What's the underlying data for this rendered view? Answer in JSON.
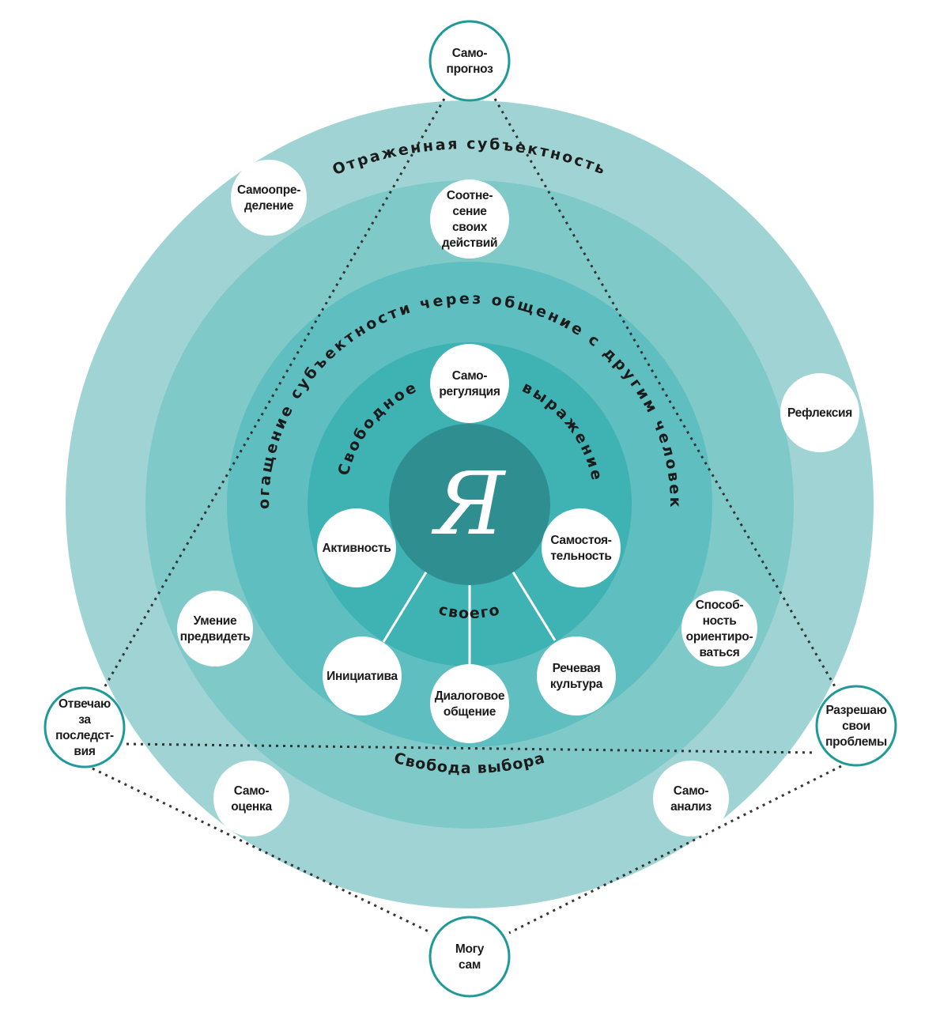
{
  "colors": {
    "ring_outer": "#a0d4d4",
    "ring_2": "#80c9c9",
    "ring_3": "#5fbec0",
    "ring_4": "#3fb2b4",
    "core": "#2f8f90",
    "outline_node_border": "#1f9a98",
    "text": "#1b1b1b"
  },
  "core_symbol": "Я",
  "arc_labels": {
    "outer": "Отраженная субъектность",
    "middle": "Обогащение субъектности через общение с другим человеком",
    "inner_left": "Свободное",
    "inner_right": "выражение",
    "inner_bottom": "своего",
    "bottom": "Свобода выбора"
  },
  "nodes": {
    "samoprognoz": [
      "Само-",
      "прогноз"
    ],
    "otvechayu": [
      "Отвечаю",
      "за",
      "последст-",
      "вия"
    ],
    "razreshayu": [
      "Разрешаю",
      "свои",
      "проблемы"
    ],
    "mogu_sam": [
      "Могу",
      "сам"
    ],
    "samoopredelenie": [
      "Самоопре-",
      "деление"
    ],
    "sootnesenie": [
      "Соотне-",
      "сение",
      "своих",
      "действий"
    ],
    "refleksiya": [
      "Рефлексия"
    ],
    "samoregulyaciya": [
      "Само-",
      "регуляция"
    ],
    "aktivnost": [
      "Активность"
    ],
    "samostoyatelnost": [
      "Самостоя-",
      "тельность"
    ],
    "umenie": [
      "Умение",
      "предвидеть"
    ],
    "sposobnost": [
      "Способ-",
      "ность",
      "ориентиро-",
      "ваться"
    ],
    "iniciativa": [
      "Инициатива"
    ],
    "dialogovoe": [
      "Диалоговое",
      "общение"
    ],
    "rechevaya": [
      "Речевая",
      "культура"
    ],
    "samoocenka": [
      "Само-",
      "оценка"
    ],
    "samoanaliz": [
      "Само-",
      "анализ"
    ]
  }
}
